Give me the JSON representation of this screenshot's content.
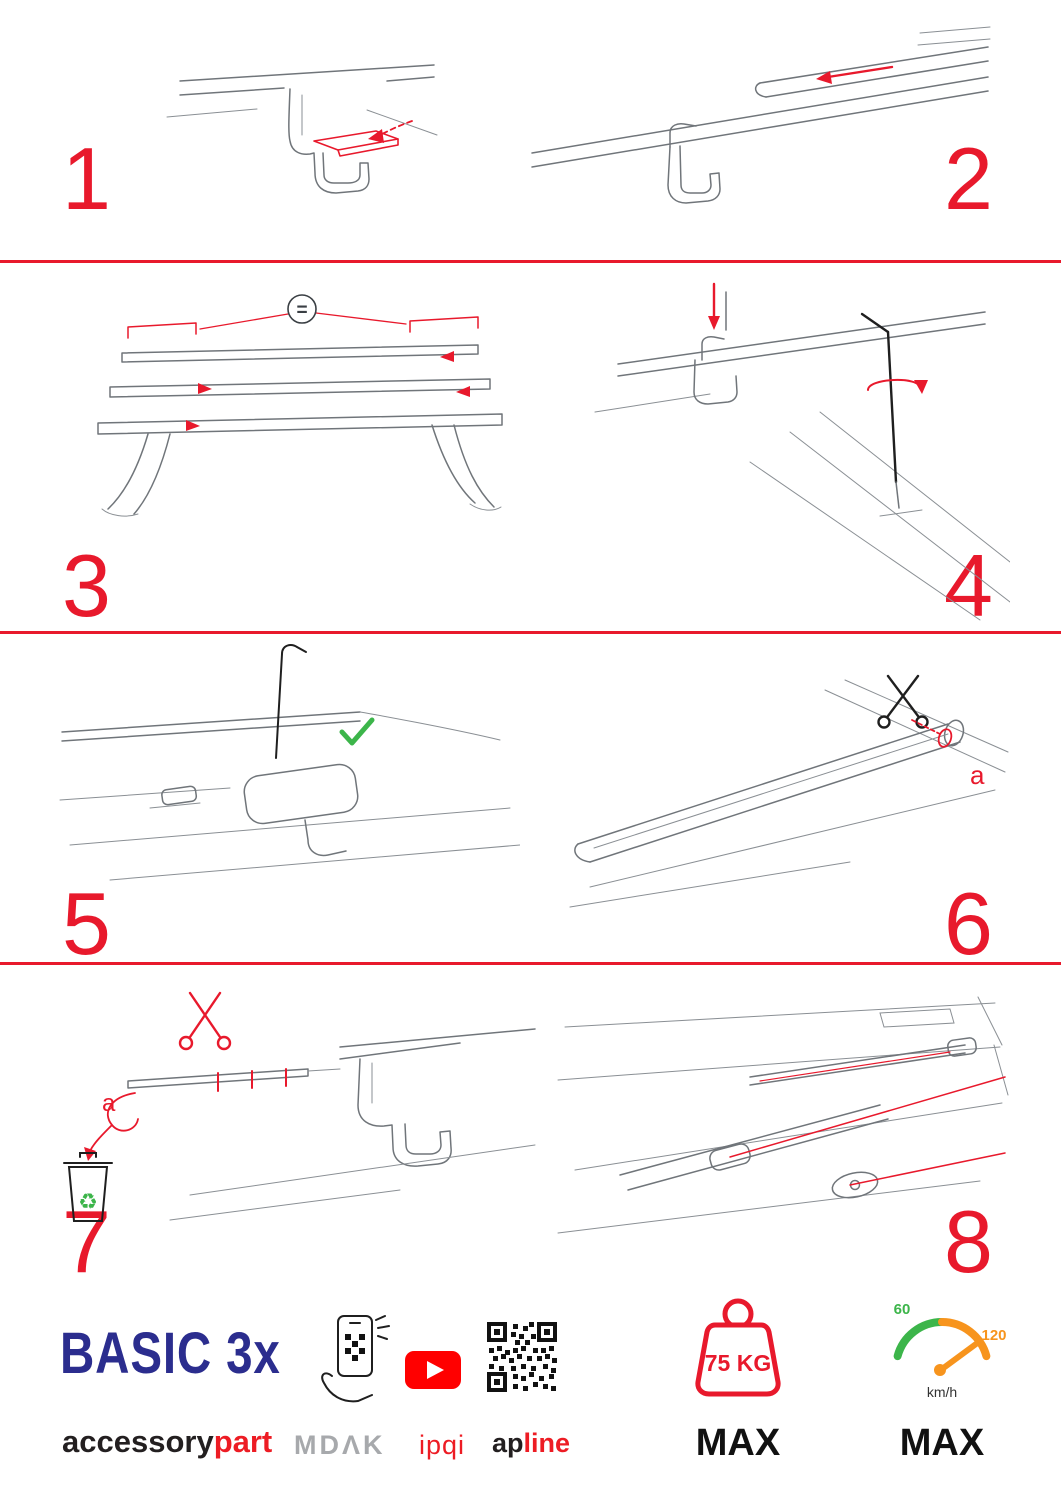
{
  "colors": {
    "accent_red": "#e8192c",
    "drawing_gray": "#70757a",
    "check_green": "#3cb54a",
    "brand_navy": "#2b2d8e",
    "brand_red": "#ed1c24",
    "logo_gray": "#a7a9ac",
    "gauge_green": "#3cb54a",
    "gauge_orange": "#f7941d",
    "youtube_red": "#ff0000"
  },
  "steps": {
    "s1": {
      "number": "1"
    },
    "s2": {
      "number": "2"
    },
    "s3": {
      "number": "3",
      "equal": "="
    },
    "s4": {
      "number": "4"
    },
    "s5": {
      "number": "5"
    },
    "s6": {
      "number": "6",
      "label_a": "a"
    },
    "s7": {
      "number": "7",
      "label_a": "a"
    },
    "s8": {
      "number": "8"
    }
  },
  "icons": {
    "recycle_glyph": "♻"
  },
  "footer": {
    "product": "BASIC 3x",
    "brand": {
      "black": "accessory",
      "red": "part"
    },
    "logos": {
      "mdak": "MDΛK",
      "ipqi": "ipqi",
      "apline_black": "ap",
      "apline_red": "line"
    },
    "weight": {
      "value": "75 KG",
      "max": "MAX"
    },
    "speed": {
      "low": "60",
      "high": "120",
      "unit": "km/h",
      "max": "MAX"
    }
  }
}
